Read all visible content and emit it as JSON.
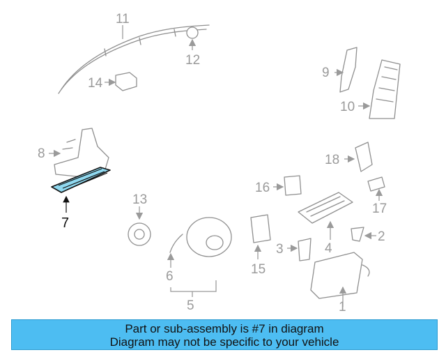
{
  "diagram": {
    "callouts": [
      "1",
      "2",
      "3",
      "4",
      "5",
      "6",
      "7",
      "8",
      "9",
      "10",
      "11",
      "12",
      "13",
      "14",
      "15",
      "16",
      "17",
      "18"
    ],
    "highlighted_part": "7"
  },
  "banner": {
    "line1": "Part or sub-assembly is #7 in diagram",
    "line2": "Diagram may not be specific to your vehicle"
  },
  "colors": {
    "banner_bg": "#4dbdf2",
    "highlight_fill": "#8fd8ef",
    "part_stroke": "#8f8f8f"
  }
}
